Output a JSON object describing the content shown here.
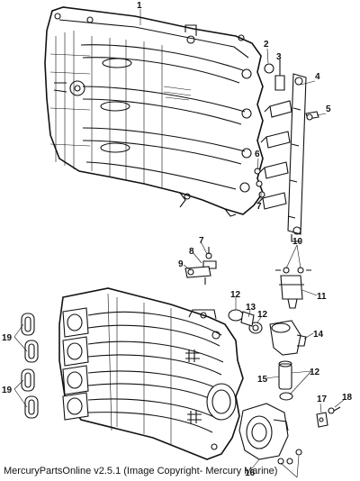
{
  "callouts": [
    "1",
    "2",
    "3",
    "4",
    "5",
    "6",
    "7",
    "7",
    "8",
    "9",
    "10",
    "11",
    "12",
    "13",
    "12",
    "14",
    "15",
    "12",
    "16",
    "17",
    "18",
    "19",
    "19"
  ],
  "caption": "MercuryPartsOnline v2.5.1 (Image Copyright- Mercury Marine)"
}
